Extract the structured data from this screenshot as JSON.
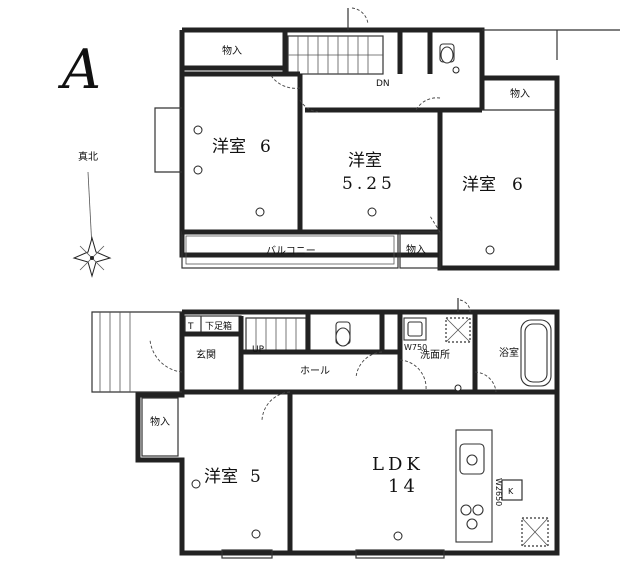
{
  "plan_letter": "A",
  "compass": {
    "north_label": "真北"
  },
  "floor2": {
    "rooms": {
      "western_left": {
        "name": "洋室",
        "size": "6"
      },
      "western_center": {
        "name": "洋室",
        "size": "5.25"
      },
      "western_right": {
        "name": "洋室",
        "size": "6"
      }
    },
    "storage_top": "物入",
    "storage_right": "物入",
    "storage_small": "物入",
    "balcony": "バルコニー",
    "stair_dn": "DN"
  },
  "floor1": {
    "ldk": {
      "name": "LDK",
      "size": "14"
    },
    "western": {
      "name": "洋室",
      "size": "5"
    },
    "entrance": "玄関",
    "shoe_storage": "下足箱",
    "t_mark": "T",
    "hall": "ホール",
    "washroom": "洗面所",
    "bath": "浴室",
    "storage": "物入",
    "stair_up": "UP",
    "washer_label": "W750",
    "fridge_label": "W2650",
    "fridge_mark": "K"
  }
}
